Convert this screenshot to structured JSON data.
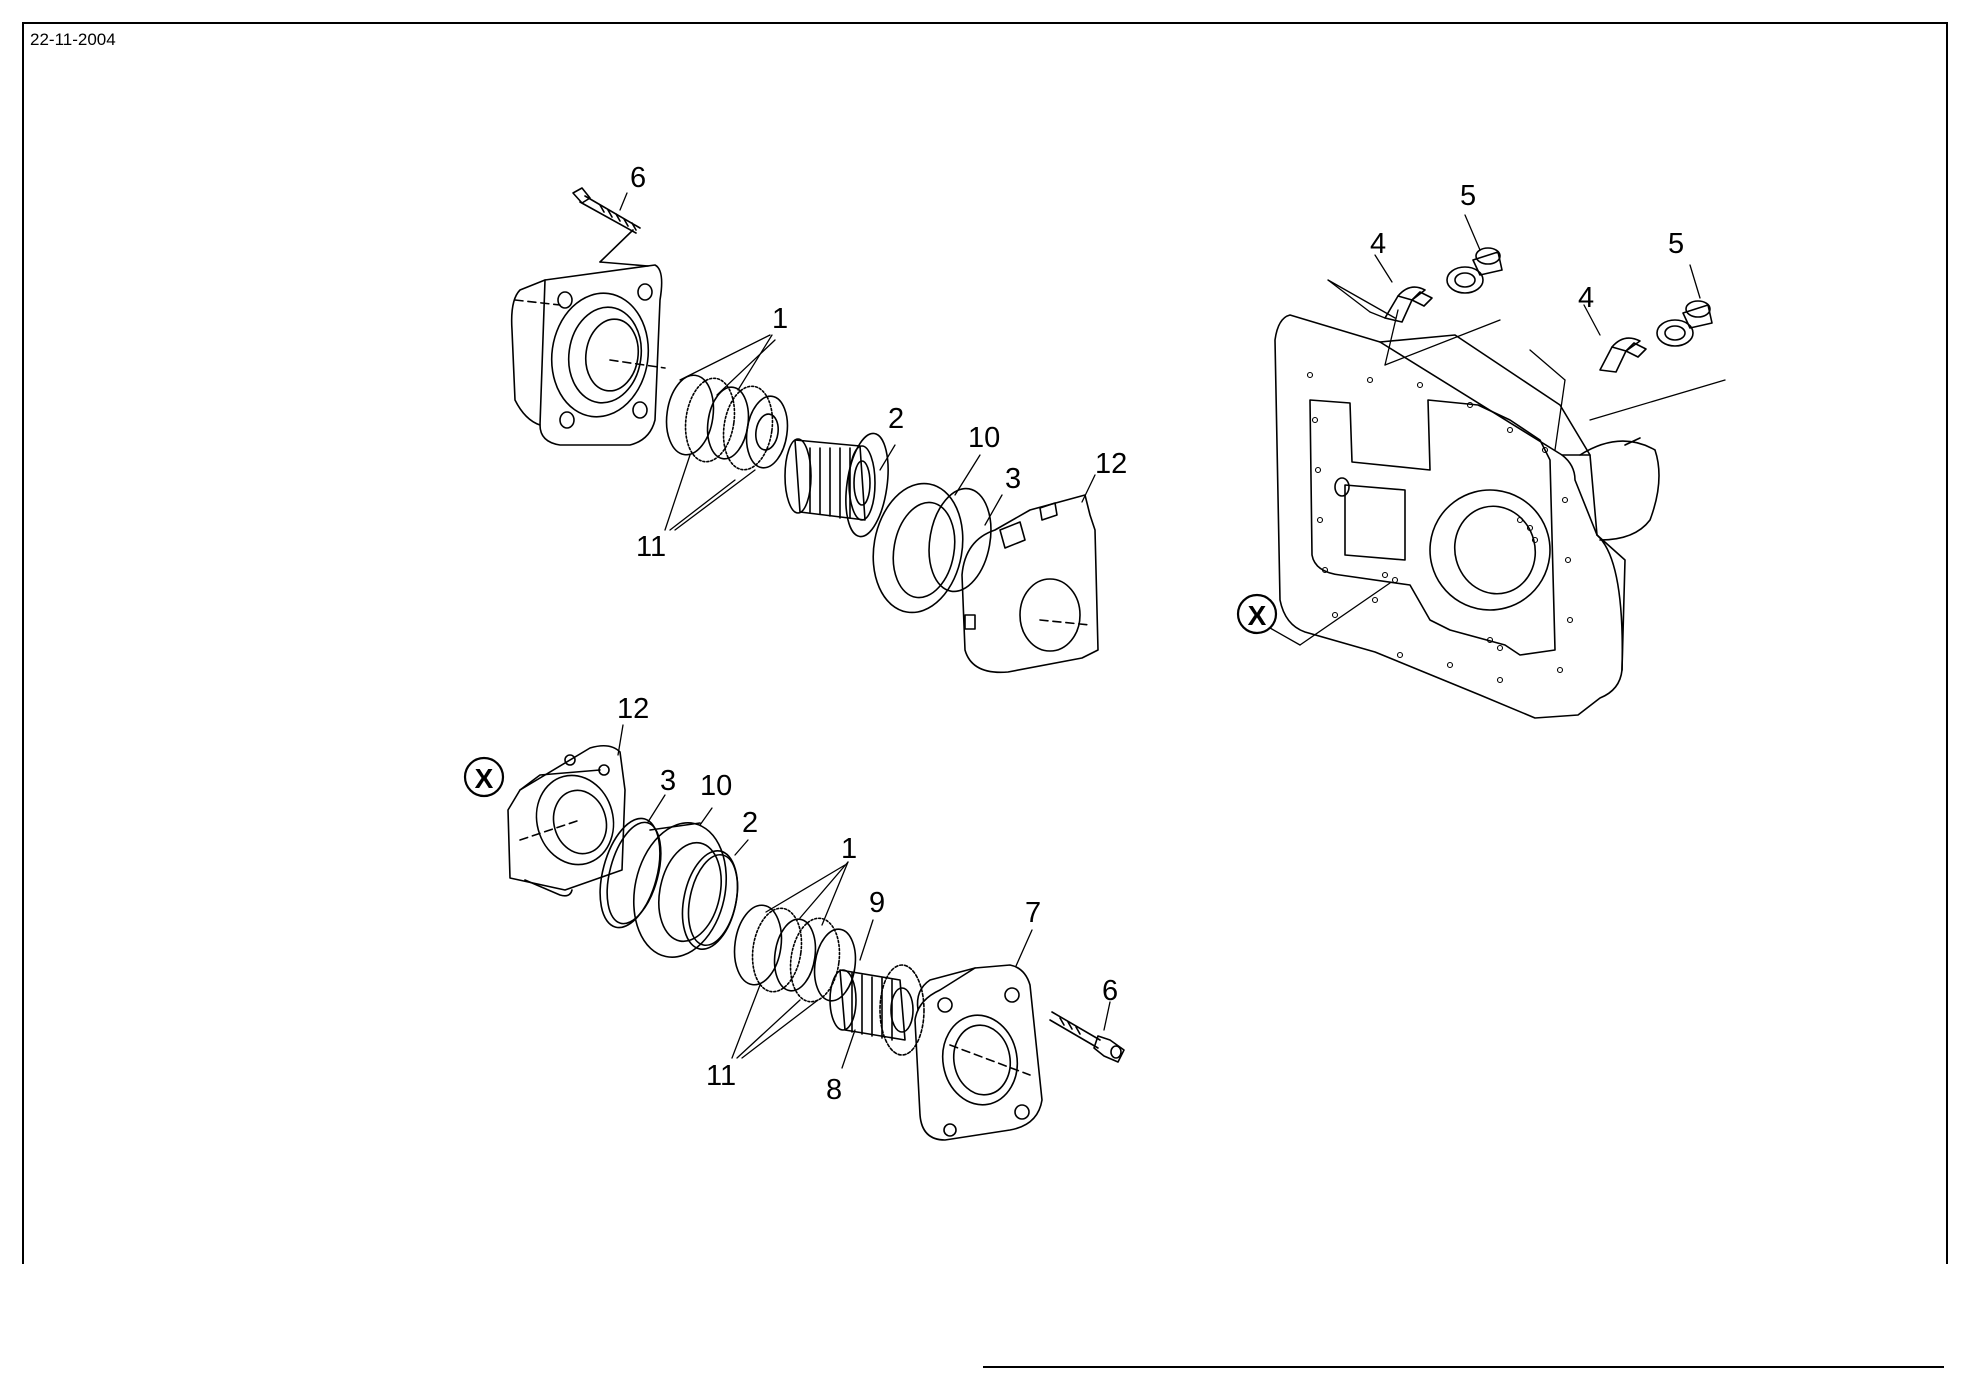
{
  "sheet": {
    "date": "22-11-2004"
  },
  "callouts": {
    "top": {
      "c1": "1",
      "c2": "2",
      "c3": "3",
      "c6": "6",
      "c10": "10",
      "c11": "11",
      "c12": "12"
    },
    "bottom": {
      "c1": "1",
      "c2": "2",
      "c3": "3",
      "c6": "6",
      "c7": "7",
      "c8": "8",
      "c9": "9",
      "c10": "10",
      "c11": "11",
      "c12": "12"
    },
    "housing": {
      "c4a": "4",
      "c5a": "5",
      "c4b": "4",
      "c5b": "5"
    },
    "ref_marker": "X"
  }
}
